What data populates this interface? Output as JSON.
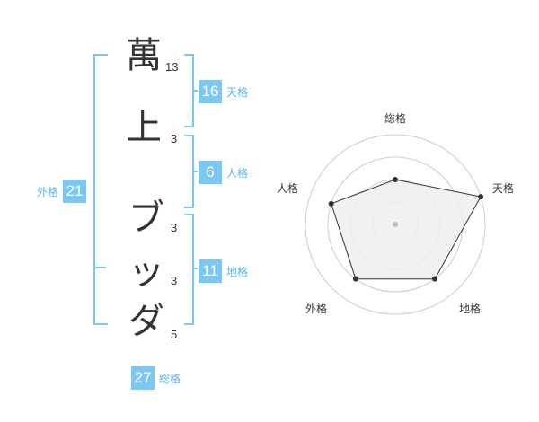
{
  "name_chars": [
    {
      "char": "萬",
      "strokes": "13"
    },
    {
      "char": "上",
      "strokes": "3"
    },
    {
      "char": "ブ",
      "strokes": "3"
    },
    {
      "char": "ッ",
      "strokes": "3"
    },
    {
      "char": "ダ",
      "strokes": "5"
    }
  ],
  "fortunes": {
    "tenkaku": {
      "label": "天格",
      "value": "16"
    },
    "jinkaku": {
      "label": "人格",
      "value": "6"
    },
    "chikaku": {
      "label": "地格",
      "value": "11"
    },
    "gaikaku": {
      "label": "外格",
      "value": "21"
    },
    "soukaku": {
      "label": "総格",
      "value": "27"
    }
  },
  "colors": {
    "accent": "#7cc8f5",
    "accent_text": "#5cb3e6",
    "polygon_fill": "#efefef",
    "ring": "#cccccc"
  },
  "chart_data": {
    "type": "radar",
    "axes": [
      "総格",
      "天格",
      "地格",
      "外格",
      "人格"
    ],
    "values": [
      0.5,
      1.0,
      0.75,
      0.75,
      0.75
    ],
    "rings": 4
  }
}
